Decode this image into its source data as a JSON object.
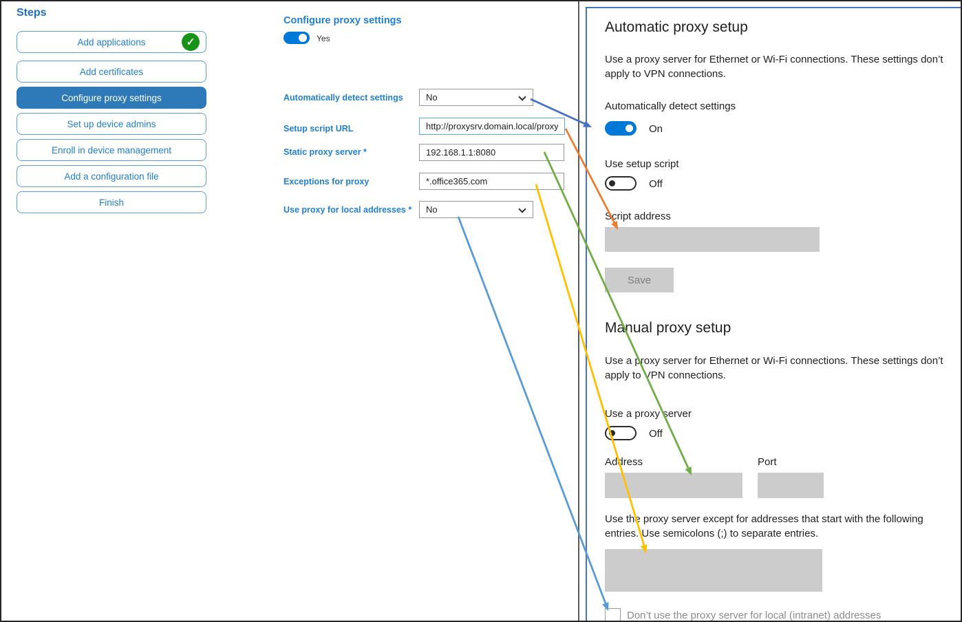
{
  "sidebar": {
    "title": "Steps",
    "items": [
      {
        "label": "Add applications",
        "completed": true
      },
      {
        "label": "Add certificates"
      },
      {
        "label": "Configure proxy settings",
        "active": true
      },
      {
        "label": "Set up device admins"
      },
      {
        "label": "Enroll in device management"
      },
      {
        "label": "Add a configuration file"
      },
      {
        "label": "Finish"
      }
    ],
    "check_glyph": "✓"
  },
  "form": {
    "title": "Configure proxy settings",
    "enabled_toggle": {
      "state": "on",
      "label": "Yes"
    },
    "fields": [
      {
        "label": "Automatically detect settings",
        "type": "select",
        "value": "No"
      },
      {
        "label": "Setup script URL",
        "type": "text",
        "value": "http://proxysrv.domain.local/proxy.pa"
      },
      {
        "label": "Static proxy server *",
        "type": "text",
        "value": "192.168.1.1:8080"
      },
      {
        "label": "Exceptions for proxy",
        "type": "text",
        "value": "*.office365.com"
      },
      {
        "label": "Use proxy for local addresses *",
        "type": "select",
        "value": "No"
      }
    ]
  },
  "settings_panel": {
    "automatic": {
      "title": "Automatic proxy setup",
      "description": "Use a proxy server for Ethernet or Wi-Fi connections. These settings don’t apply to VPN connections.",
      "detect_label": "Automatically detect settings",
      "detect_state": "On",
      "script_toggle_label": "Use setup script",
      "script_toggle_state": "Off",
      "script_address_label": "Script address",
      "save_label": "Save"
    },
    "manual": {
      "title": "Manual proxy setup",
      "description": "Use a proxy server for Ethernet or Wi-Fi connections. These settings don’t apply to VPN connections.",
      "proxy_toggle_label": "Use a proxy server",
      "proxy_toggle_state": "Off",
      "address_label": "Address",
      "port_label": "Port",
      "exceptions_note": "Use the proxy server except for addresses that start with the following entries. Use semicolons (;) to separate entries.",
      "local_checkbox_label": "Don’t use the proxy server for local (intranet) addresses"
    }
  },
  "arrows": [
    {
      "name": "detect-settings-mapping",
      "color": "#4472C4"
    },
    {
      "name": "setup-script-mapping",
      "color": "#ED7D31"
    },
    {
      "name": "static-proxy-mapping",
      "color": "#70AD47"
    },
    {
      "name": "exceptions-mapping",
      "color": "#FFC000"
    },
    {
      "name": "local-addresses-mapping",
      "color": "#5B9BD5"
    }
  ],
  "colors": {
    "active_step": "#2e7ab9",
    "step_border": "#5c9fd6",
    "link_blue": "#2180d0",
    "toggle_on": "#0078d7",
    "panel_border": "#4472c4",
    "success_green": "#179317",
    "placeholder_gray": "#cccccc"
  }
}
